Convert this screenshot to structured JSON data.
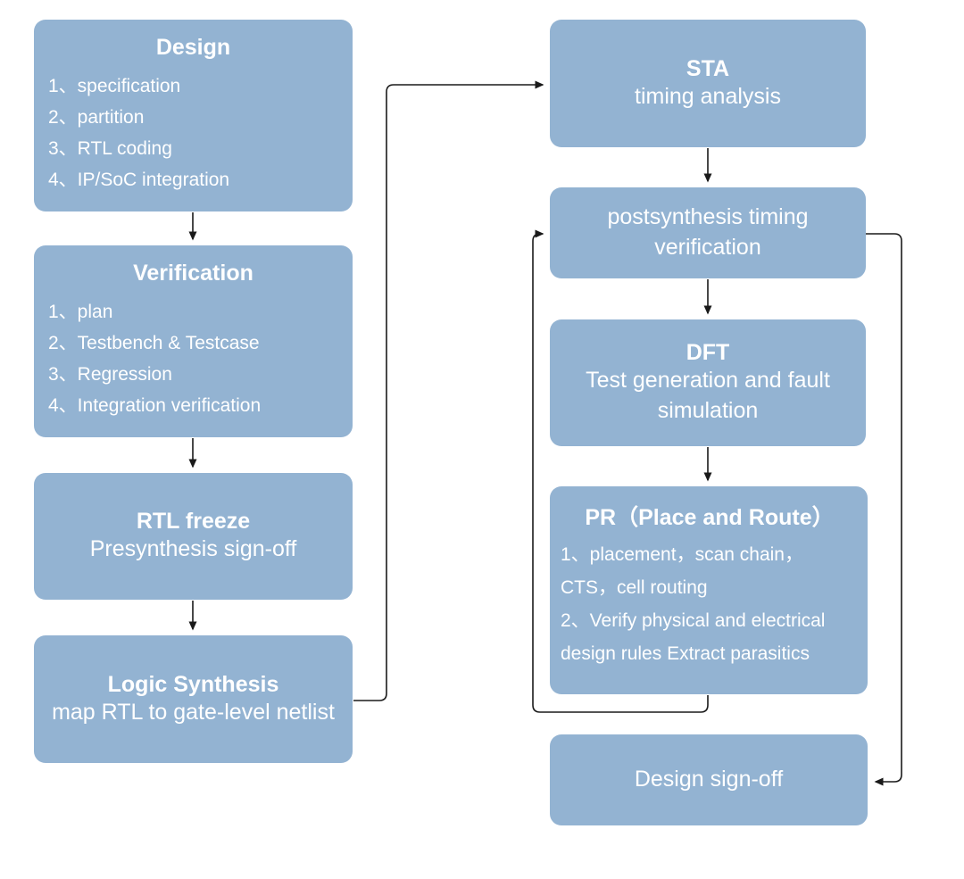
{
  "diagram": {
    "description": "ASIC/SoC design flow chart",
    "colors": {
      "node_fill": "#93b3d2",
      "node_text": "#ffffff",
      "connector": "#1a1a1a",
      "background": "#ffffff"
    },
    "nodes": {
      "design": {
        "title": "Design",
        "items": [
          "1、specification",
          "2、partition",
          "3、RTL coding",
          "4、IP/SoC integration"
        ]
      },
      "verification": {
        "title": "Verification",
        "items": [
          "1、plan",
          "2、Testbench & Testcase",
          "3、Regression",
          "4、Integration verification"
        ]
      },
      "rtl_freeze": {
        "title": "RTL freeze",
        "subtitle": "Presynthesis sign-off"
      },
      "logic_synthesis": {
        "title": "Logic Synthesis",
        "subtitle": "map RTL to gate-level netlist"
      },
      "sta": {
        "title": "STA",
        "subtitle": "timing analysis"
      },
      "postsynthesis": {
        "line1": "postsynthesis timing",
        "line2": "verification"
      },
      "dft": {
        "title": "DFT",
        "subtitle": "Test generation and fault simulation"
      },
      "pr": {
        "title": "PR（Place and Route）",
        "items": [
          "1、placement，scan chain，",
          "CTS，cell routing",
          "2、Verify physical and electrical",
          "design rules Extract parasitics"
        ]
      },
      "design_signoff": {
        "title": "Design sign-off"
      }
    },
    "edges": [
      {
        "from": "design",
        "to": "verification",
        "style": "straight-down"
      },
      {
        "from": "verification",
        "to": "rtl_freeze",
        "style": "straight-down"
      },
      {
        "from": "rtl_freeze",
        "to": "logic_synthesis",
        "style": "straight-down"
      },
      {
        "from": "logic_synthesis",
        "to": "sta",
        "style": "right-up-right elbow into STA left side"
      },
      {
        "from": "sta",
        "to": "postsynthesis",
        "style": "straight-down"
      },
      {
        "from": "postsynthesis",
        "to": "dft",
        "style": "straight-down"
      },
      {
        "from": "dft",
        "to": "pr",
        "style": "straight-down"
      },
      {
        "from": "pr",
        "to": "postsynthesis",
        "style": "down-left-up feedback loop into postsynthesis left side"
      },
      {
        "from": "postsynthesis",
        "to": "design_signoff",
        "style": "right-down-left into Design sign-off right side"
      }
    ]
  }
}
